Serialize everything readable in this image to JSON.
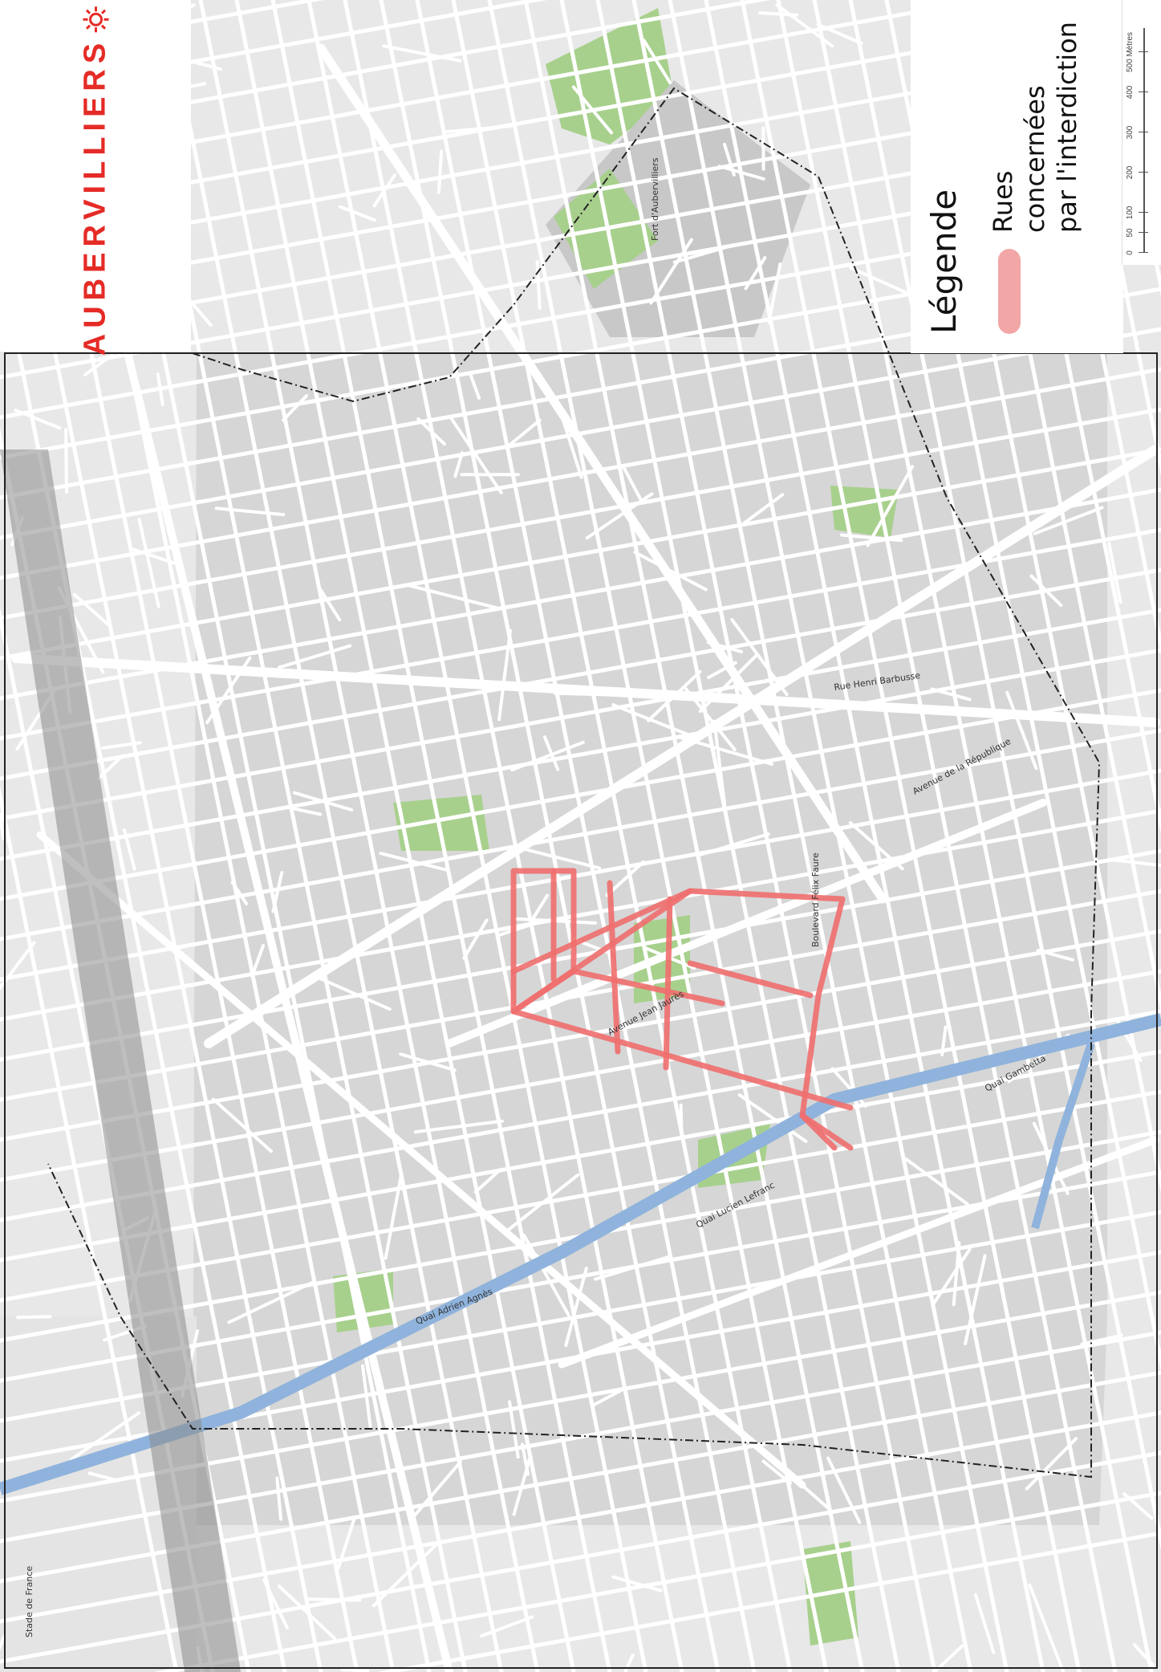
{
  "logo": {
    "name": "AUBERVILLIERS",
    "brand_color": "#e52b26"
  },
  "legend": {
    "title": "Légende",
    "item_label_line1": "Rues concernées",
    "item_label_line2": "par l'interdiction",
    "item_color": "#f2a6a6"
  },
  "scale": {
    "ticks": [
      "0",
      "50",
      "100",
      "200",
      "300",
      "400",
      "500 Mètres"
    ]
  },
  "map": {
    "place_labels": [
      {
        "text": "Fort d'Aubervilliers"
      },
      {
        "text": "Stade de France"
      },
      {
        "text": "Quai Gambetta"
      },
      {
        "text": "Quai Lucien Lefranc"
      },
      {
        "text": "Quai Adrien Agnès"
      },
      {
        "text": "Avenue de la République"
      },
      {
        "text": "Boulevard Félix Faure"
      },
      {
        "text": "Avenue Jean Jaurès"
      },
      {
        "text": "Rue Henri Barbusse"
      }
    ],
    "colors": {
      "block": "#d6d6d6",
      "road": "#ffffff",
      "park": "#a8d08d",
      "canal": "#8fb3dc",
      "highlight": "#f06e6e",
      "outline": "#222222"
    }
  }
}
